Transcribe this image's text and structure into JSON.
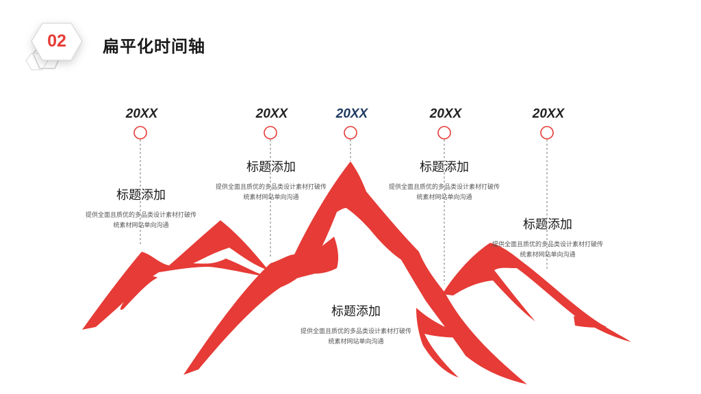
{
  "header": {
    "badge_number": "02",
    "title": "扁平化时间轴"
  },
  "colors": {
    "accent": "#e63b36",
    "highlight_year": "#1e3b63",
    "text": "#1a1a1a",
    "muted": "#555555"
  },
  "timeline": [
    {
      "year": "20XX",
      "title": "标题添加",
      "desc": "提供全面且质优的多品类设计素材打破传统素材网站单向沟通"
    },
    {
      "year": "20XX",
      "title": "标题添加",
      "desc": "提供全面且质优的多品类设计素材打破传统素材网站单向沟通"
    },
    {
      "year": "20XX",
      "title": "标题添加",
      "desc": "提供全面且质优的多品类设计素材打破传统素材网站单向沟通",
      "highlight": true
    },
    {
      "year": "20XX",
      "title": "标题添加",
      "desc": "提供全面且质优的多品类设计素材打破传统素材网站单向沟通"
    },
    {
      "year": "20XX",
      "title": "标题添加",
      "desc": "提供全面且质优的多品类设计素材打破传统素材网站单向沟通"
    }
  ]
}
